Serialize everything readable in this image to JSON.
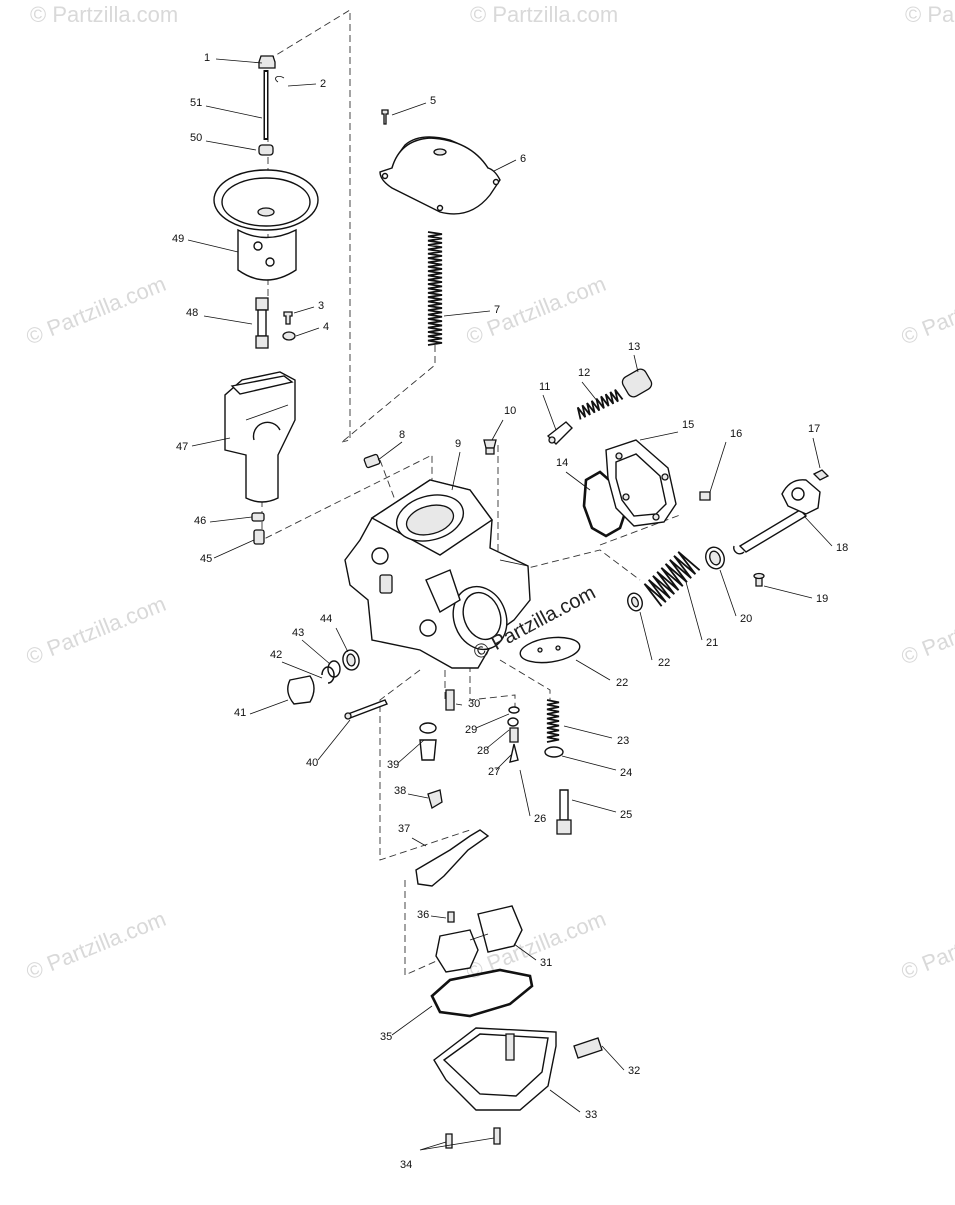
{
  "watermark": "© Partzilla.com",
  "callouts": [
    "1",
    "2",
    "3",
    "4",
    "5",
    "6",
    "7",
    "8",
    "9",
    "10",
    "11",
    "12",
    "13",
    "14",
    "15",
    "16",
    "17",
    "18",
    "19",
    "20",
    "21",
    "22",
    "22",
    "23",
    "24",
    "25",
    "26",
    "27",
    "28",
    "29",
    "30",
    "31",
    "32",
    "33",
    "34",
    "35",
    "36",
    "37",
    "38",
    "39",
    "40",
    "41",
    "42",
    "43",
    "44",
    "45",
    "46",
    "47",
    "48",
    "49",
    "50",
    "51"
  ],
  "icons": {
    "diaphragm_cover": "carburetor-top-cover-icon",
    "spring": "coil-spring-icon",
    "body": "carburetor-body-icon",
    "float_bowl": "float-bowl-icon"
  }
}
